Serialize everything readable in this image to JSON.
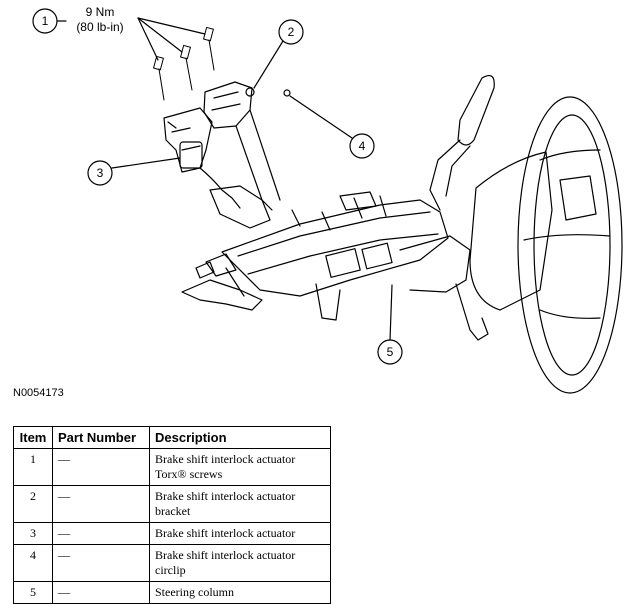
{
  "figure": {
    "torque_value": "9 Nm",
    "torque_imperial": "(80 lb-in)",
    "callouts": [
      "1",
      "2",
      "3",
      "4",
      "5"
    ],
    "figure_id": "N0054173"
  },
  "table": {
    "headers": {
      "item": "Item",
      "part_number": "Part Number",
      "description": "Description"
    },
    "rows": [
      {
        "item": "1",
        "part_number": "—",
        "desc1": "Brake shift interlock actuator",
        "desc2": "Torx® screws"
      },
      {
        "item": "2",
        "part_number": "—",
        "desc1": "Brake shift interlock actuator",
        "desc2": "bracket"
      },
      {
        "item": "3",
        "part_number": "—",
        "desc1": "Brake shift interlock actuator",
        "desc2": ""
      },
      {
        "item": "4",
        "part_number": "—",
        "desc1": "Brake shift interlock actuator",
        "desc2": "circlip"
      },
      {
        "item": "5",
        "part_number": "—",
        "desc1": "Steering column",
        "desc2": ""
      }
    ]
  }
}
